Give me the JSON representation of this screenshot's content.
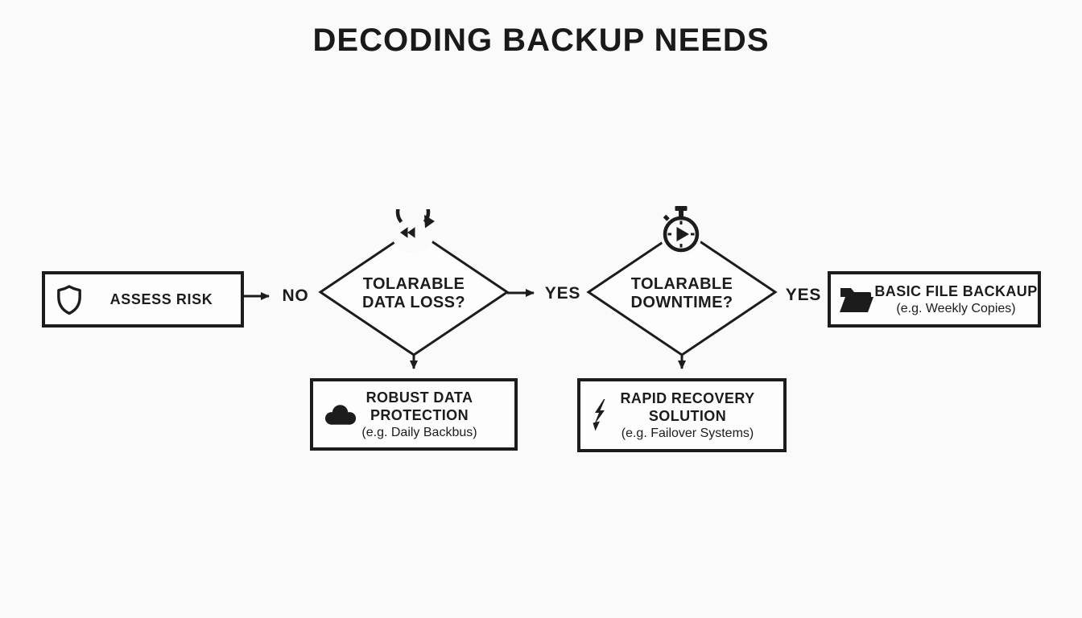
{
  "title": "DECODING BACKUP NEEDS",
  "colors": {
    "ink": "#1c1c1c",
    "background": "#fafafa",
    "node_fill": "#fdfdfd"
  },
  "nodes": {
    "assess": {
      "label": "ASSESS RISK",
      "icon": "shield-icon"
    },
    "data_loss": {
      "line1": "TOLARABLE",
      "line2": "DATA LOSS?",
      "icon": "rewind-refresh-icon"
    },
    "downtime": {
      "line1": "TOLARABLE",
      "line2": "DOWNTIME?",
      "icon": "stopwatch-icon"
    },
    "basic": {
      "title": "BASIC FILE BACKAUP",
      "subtitle": "(e.g. Weekly Copies)",
      "icon": "folder-icon"
    },
    "robust": {
      "line1": "ROBUST DATA",
      "line2": "PROTECTION",
      "subtitle": "(e.g. Daily Backbus)",
      "icon": "cloud-icon"
    },
    "rapid": {
      "line1": "RAPID RECOVERY",
      "line2": "SOLUTION",
      "subtitle": "(e.g. Failover Systems)",
      "icon": "lightning-icon"
    }
  },
  "edges": {
    "no_label": "NO",
    "yes1_label": "YES",
    "yes2_label": "YES"
  }
}
